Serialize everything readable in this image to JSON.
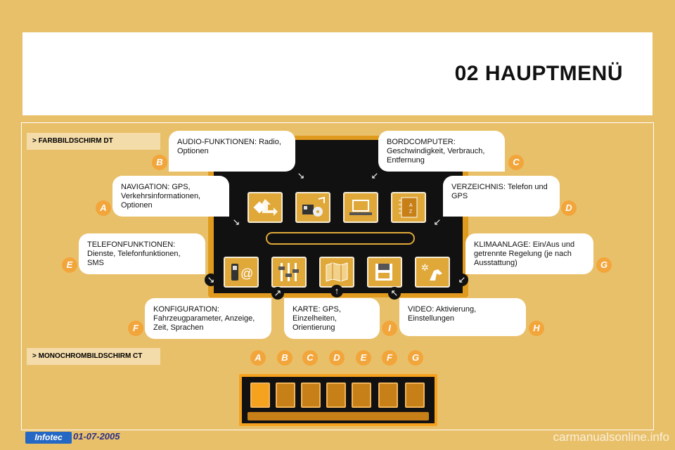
{
  "page": {
    "title": "02 HAUPTMENÜ",
    "section_color_tag": "> FARBBILDSCHIRM DT",
    "section_mono_tag": "> MONOCHROMBILDSCHIRM CT"
  },
  "callouts": {
    "audio": "AUDIO-FUNKTIONEN: Radio, Optionen",
    "bordcomputer": "BORDCOMPUTER: Geschwindigkeit, Verbrauch, Entfernung",
    "navigation": "NAVIGATION: GPS, Verkehrsinformationen, Optionen",
    "verzeichnis": "VERZEICHNIS: Telefon und GPS",
    "telefon": "TELEFONFUNKTIONEN: Dienste, Telefonfunktionen, SMS",
    "klima": "KLIMAANLAGE: Ein/Aus und getrennte Regelung (je nach Ausstattung)",
    "konfiguration": "KONFIGURATION: Fahrzeugparameter, Anzeige, Zeit, Sprachen",
    "karte": "KARTE: GPS, Einzelheiten, Orientierung",
    "video": "VIDEO: Aktivierung, Einstellungen"
  },
  "badges": {
    "A": "A",
    "B": "B",
    "C": "C",
    "D": "D",
    "E": "E",
    "F": "F",
    "G": "G",
    "H": "H",
    "I": "I"
  },
  "mono_badges": [
    "A",
    "B",
    "C",
    "D",
    "E",
    "F",
    "G"
  ],
  "icons": {
    "navigation": "navigation-icon",
    "audio": "audio-icon",
    "bordcomputer": "laptop-icon",
    "verzeichnis": "address-book-icon",
    "telefon": "phone-icon",
    "konfiguration": "settings-sliders-icon",
    "karte": "map-icon",
    "video": "video-icon",
    "klima": "climate-icon"
  },
  "footer": {
    "logo": "Infotec",
    "date": "01-07-2005",
    "watermark": "carmanualsonline.info"
  },
  "colors": {
    "background": "#e9c06a",
    "accent": "#f2a53a",
    "screen_frame": "#e09a1e",
    "screen_bg": "#111111"
  }
}
